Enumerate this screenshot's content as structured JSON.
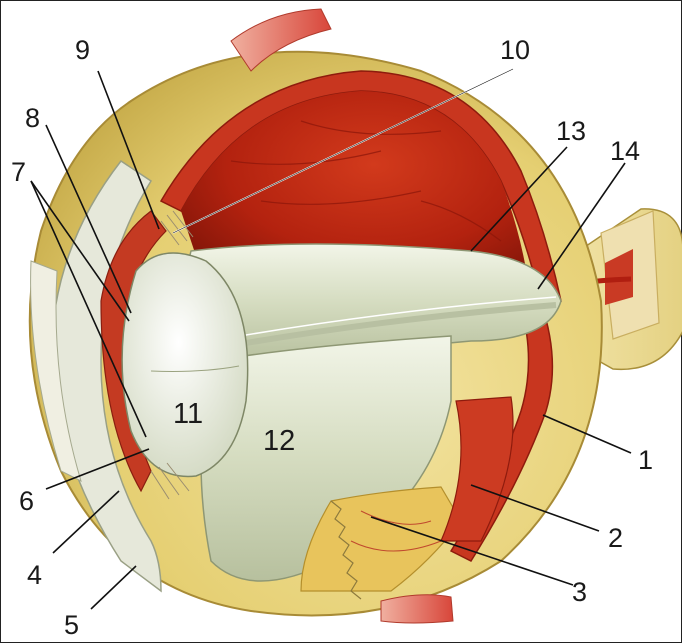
{
  "figure": {
    "labels": [
      {
        "id": "1",
        "text": "1"
      },
      {
        "id": "2",
        "text": "2"
      },
      {
        "id": "3",
        "text": "3"
      },
      {
        "id": "4",
        "text": "4"
      },
      {
        "id": "5",
        "text": "5"
      },
      {
        "id": "6",
        "text": "6"
      },
      {
        "id": "7",
        "text": "7"
      },
      {
        "id": "8",
        "text": "8"
      },
      {
        "id": "9",
        "text": "9"
      },
      {
        "id": "10",
        "text": "10"
      },
      {
        "id": "11",
        "text": "11"
      },
      {
        "id": "12",
        "text": "12"
      },
      {
        "id": "13",
        "text": "13"
      },
      {
        "id": "14",
        "text": "14"
      }
    ]
  },
  "colors": {
    "sclera": "#e9d77a",
    "sclera_shadow": "#c9b04a",
    "choroid": "#b52418",
    "retina": "#d23a22",
    "inner_cavity": "#c12a14",
    "vitreous": "#dfe6cf",
    "lens": "#eef1e6",
    "muscle": "#d8463a"
  }
}
